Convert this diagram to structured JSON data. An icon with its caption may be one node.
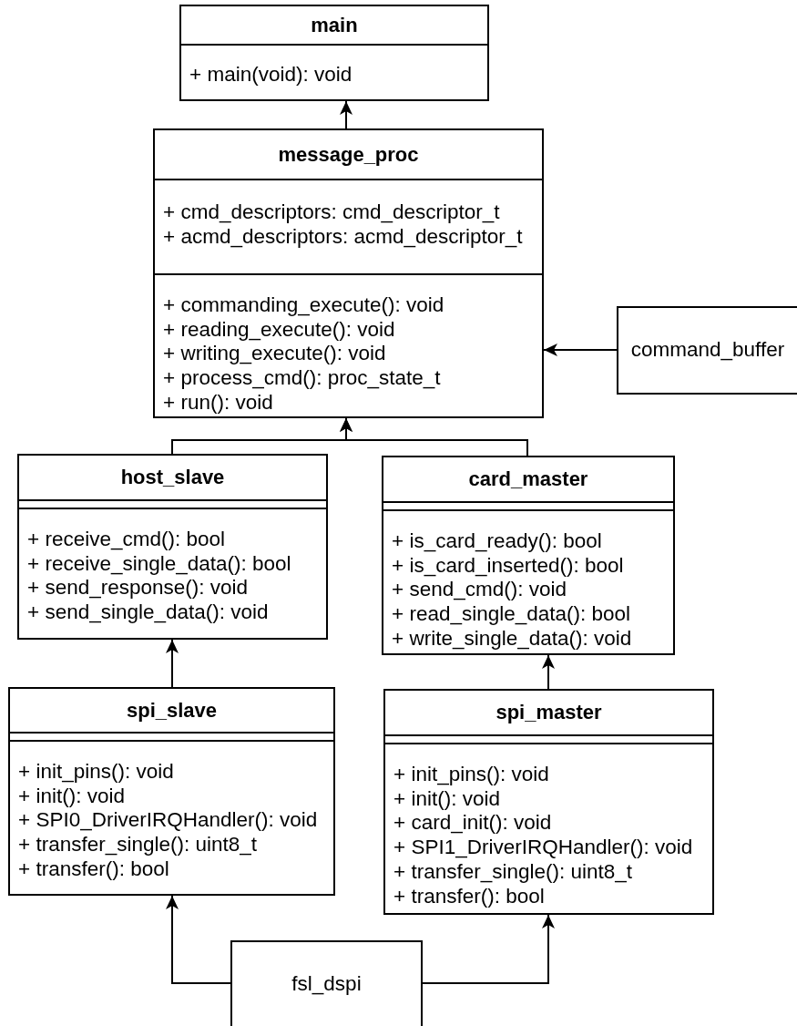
{
  "diagram": {
    "nodes": [
      {
        "text": [
          "main"
        ]
      },
      {
        "text": [
          "+ main(void): void"
        ],
        "in": 0
      },
      {
        "text": [
          "message_proc"
        ]
      },
      {
        "text": [
          "+ cmd_descriptors: cmd_descriptor_t",
          "+ acmd_descriptors: acmd_descriptor_t"
        ],
        "in": 2
      },
      {
        "text": [
          "+ commanding_execute(): void",
          "+ reading_execute(): void",
          "+ writing_execute(): void",
          "+ process_cmd(): proc_state_t",
          "+ run(): void"
        ],
        "in": 2
      },
      {
        "text": [
          "command_buffer"
        ]
      },
      {
        "text": [
          "host_slave"
        ]
      },
      {
        "text": [],
        "shape": "box",
        "in": 6
      },
      {
        "text": [
          "+ receive_cmd(): bool",
          "+ receive_single_data(): bool",
          "+ send_response(): void",
          "+ send_single_data(): void"
        ],
        "in": 6
      },
      {
        "text": [
          "card_master"
        ]
      },
      {
        "text": [],
        "shape": "box",
        "in": 9
      },
      {
        "text": [
          "+ is_card_ready(): bool",
          "+ is_card_inserted(): bool",
          "+ send_cmd(): void",
          "+ read_single_data(): bool",
          "+ write_single_data(): void"
        ],
        "in": 9
      },
      {
        "text": [
          "spi_slave"
        ]
      },
      {
        "text": [],
        "shape": "box",
        "in": 12
      },
      {
        "text": [
          "+ init_pins(): void",
          "+ init(): void",
          "+ SPI0_DriverIRQHandler(): void",
          "+ transfer_single(): uint8_t",
          "+ transfer(): bool"
        ],
        "in": 12
      },
      {
        "text": [
          "spi_master"
        ]
      },
      {
        "text": [],
        "shape": "box",
        "in": 15
      },
      {
        "text": [
          "+ init_pins(): void",
          "+ init(): void",
          "+ card_init(): void",
          "+ SPI1_DriverIRQHandler(): void",
          "+ transfer_single(): uint8_t",
          "+ transfer(): bool"
        ],
        "in": 15
      },
      {
        "text": [
          "fsl_dspi"
        ]
      }
    ],
    "edges": [
      {
        "from": 2,
        "to": 0,
        "arrow": "to"
      },
      {
        "from": 5,
        "to": 2,
        "arrow": "to"
      },
      {
        "from": 6,
        "to": 2,
        "arrow": "to"
      },
      {
        "from": 9,
        "to": 2,
        "arrow": "to"
      },
      {
        "from": 12,
        "to": 6,
        "arrow": "to"
      },
      {
        "from": 15,
        "to": 9,
        "arrow": "to"
      },
      {
        "from": 18,
        "to": 12,
        "arrow": "to"
      },
      {
        "from": 18,
        "to": 15,
        "arrow": "to"
      }
    ]
  }
}
